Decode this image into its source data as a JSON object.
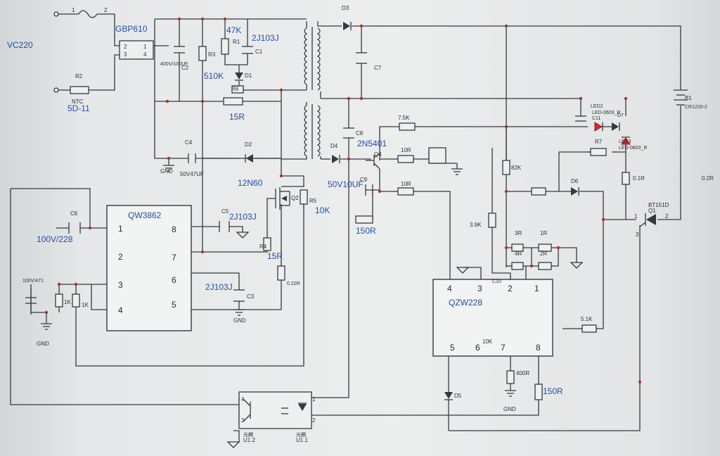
{
  "components": {
    "vc220": "VC220",
    "fuse_pin1": "1",
    "fuse_pin2": "2",
    "bridge": "GBP610",
    "bridge_p2": "2",
    "bridge_p1": "1",
    "bridge_p3": "3",
    "bridge_p4": "4",
    "r2": "R2",
    "ntc": "NTC",
    "ntc_val": "5D-11",
    "c2_val": "400V/100UF",
    "c2": "C2",
    "r3": "R3",
    "r3_val": "510K",
    "r1_val": "47K",
    "r1": "R1",
    "c1": "C1",
    "c1_val": "2J103J",
    "d1": "D1",
    "r6": "R6",
    "d3": "D3",
    "c7": "C7",
    "b1": "B1",
    "b1_val": "CR1220-2",
    "r_15": "15R",
    "led2": "LED2",
    "led2_val": "LED-0603_R",
    "c11": "C11",
    "d7": "D7",
    "led3": "LED3",
    "led3_val": "LED-0603_R",
    "r7": "R7",
    "c4": "C4",
    "c4_val": "50V47UF",
    "gnd": "GND",
    "d2": "D2",
    "c8": "C8",
    "d4": "D4",
    "q4_val": "2N5401",
    "q4": "Q4",
    "r_7k5": "7.5K",
    "r_10_a": "10R",
    "r_10_b": "10R",
    "r_82k": "82K",
    "r_01": "0.1R",
    "r_02": "0.2R",
    "q2_val": "12N60",
    "q2": "Q2",
    "r5": "R5",
    "r5_val": "10K",
    "c9_val": "50V10UF",
    "c9": "C9",
    "d6": "D6",
    "q1_val": "BT151D",
    "q1": "Q1",
    "q1_p1": "1",
    "q1_p2": "2",
    "q1_p3": "3",
    "c6": "C6",
    "c6_val": "100V/228",
    "ic1": "QW3862",
    "ic1_p1": "1",
    "ic1_p2": "2",
    "ic1_p3": "3",
    "ic1_p4": "4",
    "ic1_p5": "5",
    "ic1_p6": "6",
    "ic1_p7": "7",
    "ic1_p8": "8",
    "c5": "C5",
    "c5_val": "2J103J",
    "r_150_a": "150R",
    "r_39k": "3.9K",
    "r_3r": "3R",
    "r_1r": "1R",
    "r_4r": "4R",
    "r_2r": "2R",
    "r4": "R4",
    "r4_val": "15R",
    "c_471": "100V/471",
    "r_1k_a": "1K",
    "r_1k_b": "1K",
    "r_022": "0.22R",
    "c3_val": "2J103J",
    "c3": "C3",
    "c10": "C10",
    "ic2": "QZW228",
    "ic2_p1": "1",
    "ic2_p2": "2",
    "ic2_p3": "3",
    "ic2_p4": "4",
    "ic2_p5": "5",
    "ic2_p6": "6",
    "ic2_p7": "7",
    "ic2_p8": "8",
    "r_51k": "5.1K",
    "r_10k": "10K",
    "r_400": "400R",
    "r_150_b": "150R",
    "d5": "D5",
    "opto_p4": "4",
    "opto_p3": "3",
    "opto_p1": "1",
    "opto_p2": "2",
    "u12": "U1.2",
    "u11": "U1.1",
    "opto_cn_a": "光耦",
    "opto_cn_b": "光耦"
  }
}
